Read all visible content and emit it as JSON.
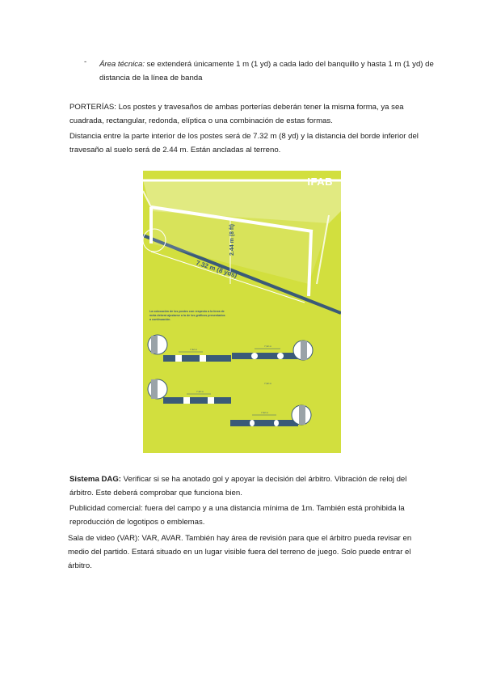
{
  "bullet": {
    "dash": "-",
    "label": "Área técnica:",
    "text": " se extenderá únicamente 1 m (1 yd) a cada lado del banquillo y hasta 1 m (1 yd) de distancia de la línea de banda"
  },
  "porterias": {
    "text": "PORTERÍAS: Los postes y travesaños de ambas porterías deberán tener la misma forma, ya sea cuadrada, rectangular, redonda, elíptica o una combinación de estas formas."
  },
  "distancia": {
    "text": "Distancia entre la parte interior de los postes será de 7.32 m (8 yd) y la distancia del borde inferior del travesaño al suelo será de 2.44 m. Están ancladas al terreno."
  },
  "figure": {
    "logo": "IFAB",
    "height_label": "2.44 m (8 ft)",
    "width_label": "7.32 m (8 yds)",
    "caption": "La colocación de los postes con respecto a la línea de meta deberá ajustarse a la de los gráficos presentados a continuación.",
    "measure_1": "7,32 m",
    "measure_2": "7,32 m",
    "measure_3": "7,32 m",
    "measure_4": "7,32 m",
    "measure_5": "7,32 m",
    "colors": {
      "background": "#d2df3e",
      "line": "#3a5a78",
      "goal": "#ffffff"
    }
  },
  "dag": {
    "label": "Sistema DAG:",
    "text": " Verificar si se ha anotado gol y apoyar la decisión del árbitro. Vibración de reloj del árbitro. Este deberá comprobar que funciona bien."
  },
  "publicidad": {
    "text": "Publicidad comercial: fuera del campo y a una distancia mínima de 1m. También está prohibida la reproducción de logotipos o emblemas."
  },
  "var": {
    "text": "Sala de video (VAR): VAR, AVAR. También hay área de revisión para que el árbitro pueda revisar en medio del partido. Estará situado en un lugar visible fuera del terreno de juego. Solo puede entrar el árbitro."
  }
}
